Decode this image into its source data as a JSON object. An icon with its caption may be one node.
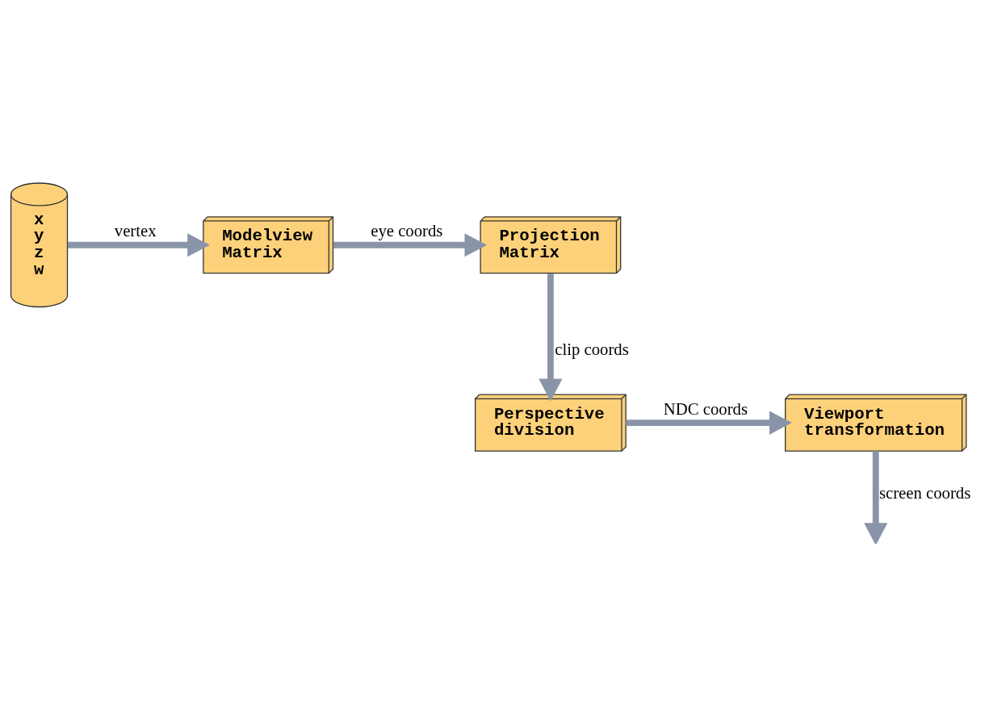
{
  "diagram": {
    "nodes": [
      {
        "text": [
          "x y z w"
        ]
      },
      {
        "text": [
          "Modelview Matrix"
        ]
      },
      {
        "text": [
          "Projection Matrix"
        ]
      },
      {
        "text": [
          "Perspective division"
        ]
      },
      {
        "text": [
          "Viewport transformation"
        ]
      }
    ],
    "edges": [
      {
        "from": 0,
        "to": 1,
        "arrow": "to",
        "label": "vertex"
      },
      {
        "from": 1,
        "to": 2,
        "arrow": "to",
        "label": "eye coords"
      },
      {
        "from": 2,
        "to": 3,
        "arrow": "to",
        "label": "clip coords"
      },
      {
        "from": 3,
        "to": 4,
        "arrow": "to",
        "label": "NDC coords"
      },
      {
        "from": 4,
        "to": null,
        "arrow": "to",
        "label": "screen coords"
      }
    ]
  }
}
